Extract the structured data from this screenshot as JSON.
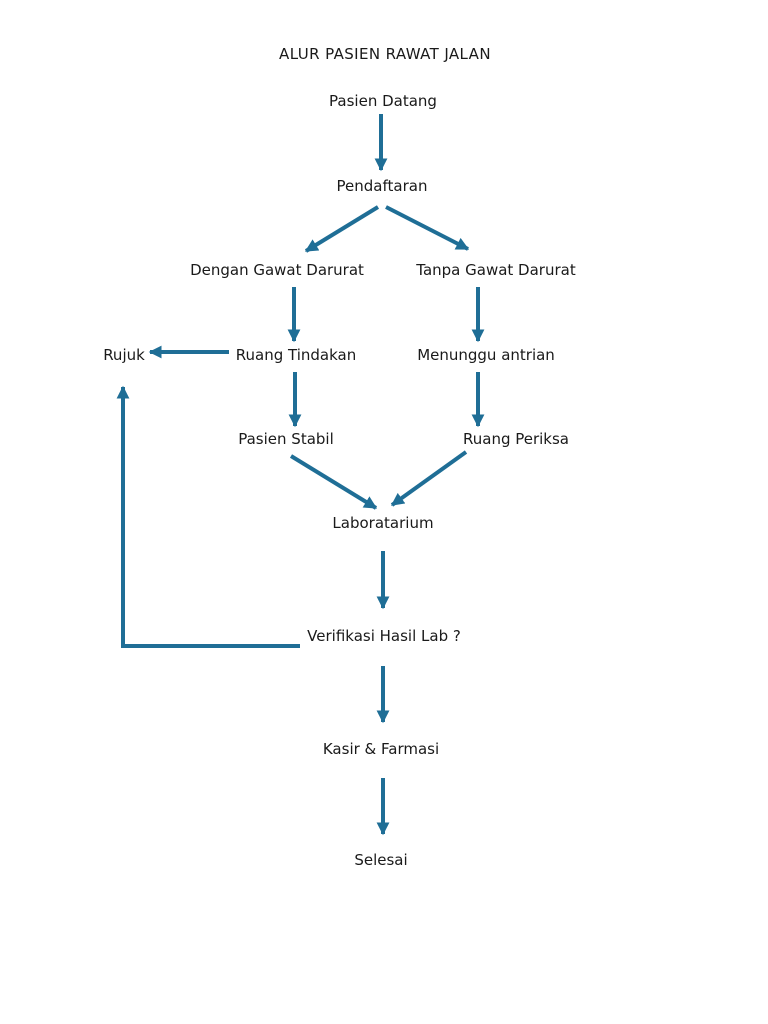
{
  "page": {
    "background_color": "#ffffff",
    "arrow_color": "#1f6e96",
    "text_color": "#1a1a1a"
  },
  "diagram": {
    "type": "flowchart",
    "title": "ALUR PASIEN RAWAT JALAN",
    "nodes": {
      "pasien_datang": "Pasien Datang",
      "pendaftaran": "Pendaftaran",
      "dengan_gawat_darurat": "Dengan Gawat Darurat",
      "tanpa_gawat_darurat": "Tanpa Gawat Darurat",
      "rujuk": "Rujuk",
      "ruang_tindakan": "Ruang Tindakan",
      "menunggu_antrian": "Menunggu antrian",
      "pasien_stabil": "Pasien Stabil",
      "ruang_periksa": "Ruang Periksa",
      "laboratarium": "Laboratarium",
      "verifikasi_hasil_lab": "Verifikasi Hasil Lab ?",
      "kasir_farmasi": "Kasir & Farmasi",
      "selesai": "Selesai"
    },
    "edges": [
      {
        "from": "pasien_datang",
        "to": "pendaftaran"
      },
      {
        "from": "pendaftaran",
        "to": "dengan_gawat_darurat"
      },
      {
        "from": "pendaftaran",
        "to": "tanpa_gawat_darurat"
      },
      {
        "from": "dengan_gawat_darurat",
        "to": "ruang_tindakan"
      },
      {
        "from": "tanpa_gawat_darurat",
        "to": "menunggu_antrian"
      },
      {
        "from": "ruang_tindakan",
        "to": "rujuk"
      },
      {
        "from": "ruang_tindakan",
        "to": "pasien_stabil"
      },
      {
        "from": "menunggu_antrian",
        "to": "ruang_periksa"
      },
      {
        "from": "pasien_stabil",
        "to": "laboratarium"
      },
      {
        "from": "ruang_periksa",
        "to": "laboratarium"
      },
      {
        "from": "laboratarium",
        "to": "verifikasi_hasil_lab"
      },
      {
        "from": "verifikasi_hasil_lab",
        "to": "rujuk"
      },
      {
        "from": "verifikasi_hasil_lab",
        "to": "kasir_farmasi"
      },
      {
        "from": "kasir_farmasi",
        "to": "selesai"
      }
    ]
  }
}
